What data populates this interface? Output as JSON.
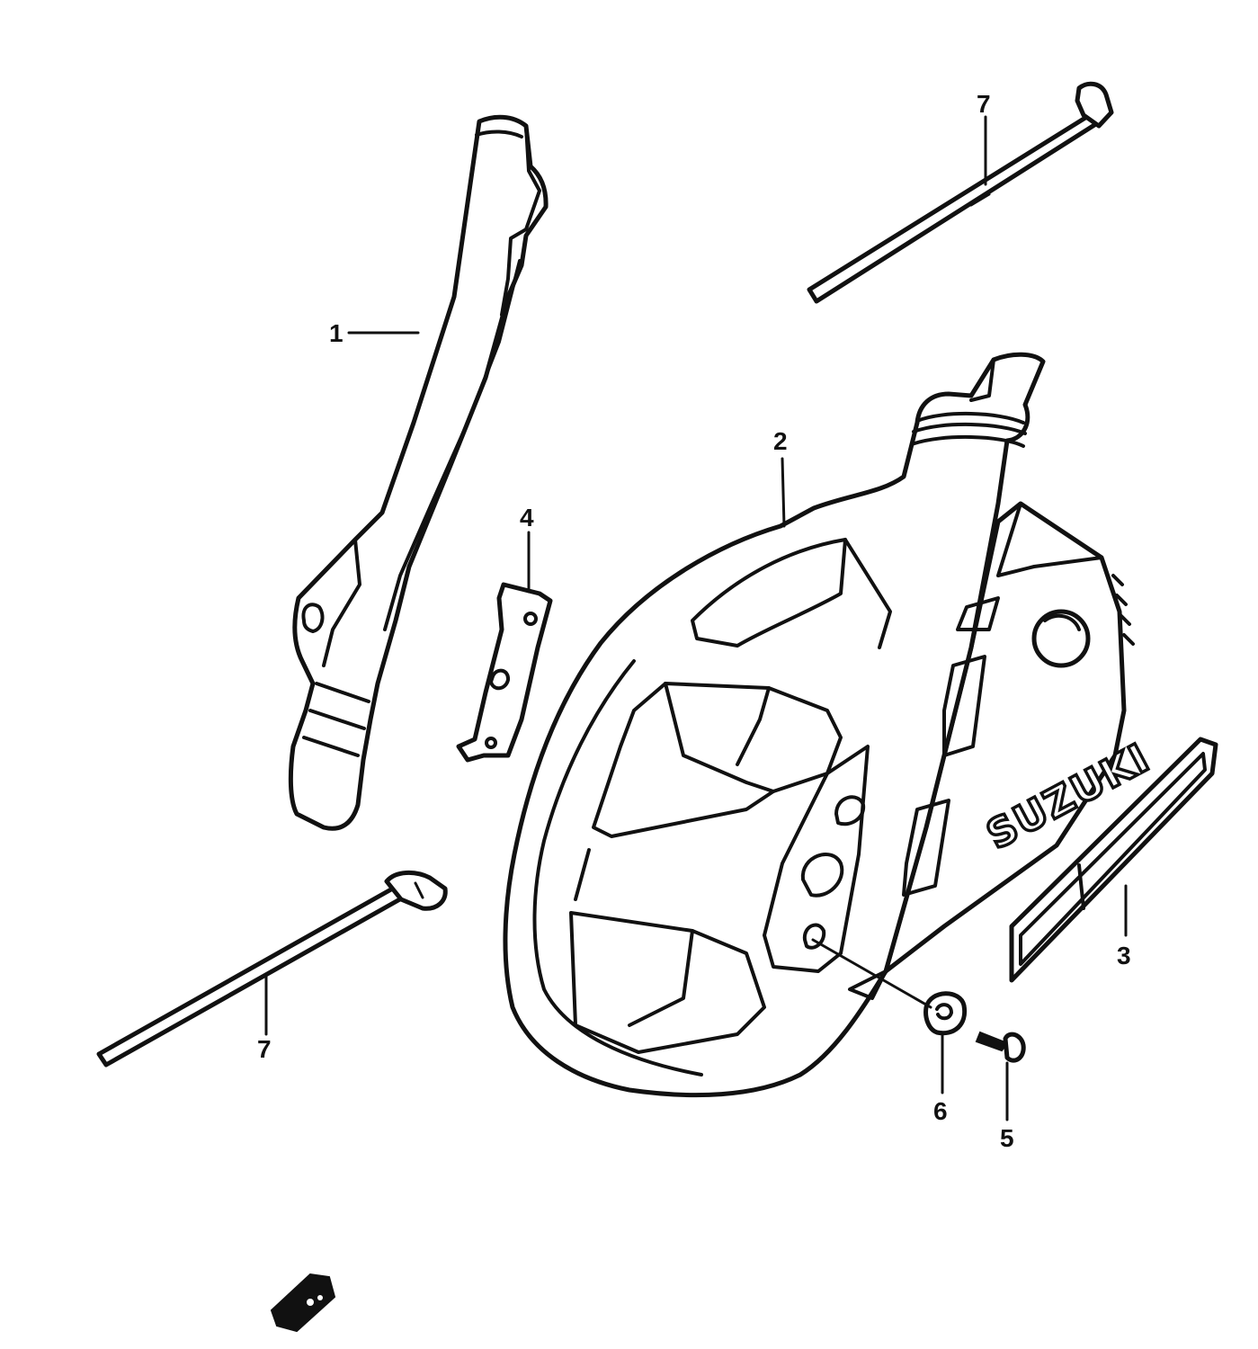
{
  "diagram": {
    "brand_text": "SUZUKI",
    "callouts": [
      {
        "id": "1",
        "label": "1"
      },
      {
        "id": "2",
        "label": "2"
      },
      {
        "id": "3",
        "label": "3"
      },
      {
        "id": "4",
        "label": "4"
      },
      {
        "id": "5",
        "label": "5"
      },
      {
        "id": "6",
        "label": "6"
      },
      {
        "id": "7a",
        "label": "7"
      },
      {
        "id": "7b",
        "label": "7"
      }
    ]
  }
}
